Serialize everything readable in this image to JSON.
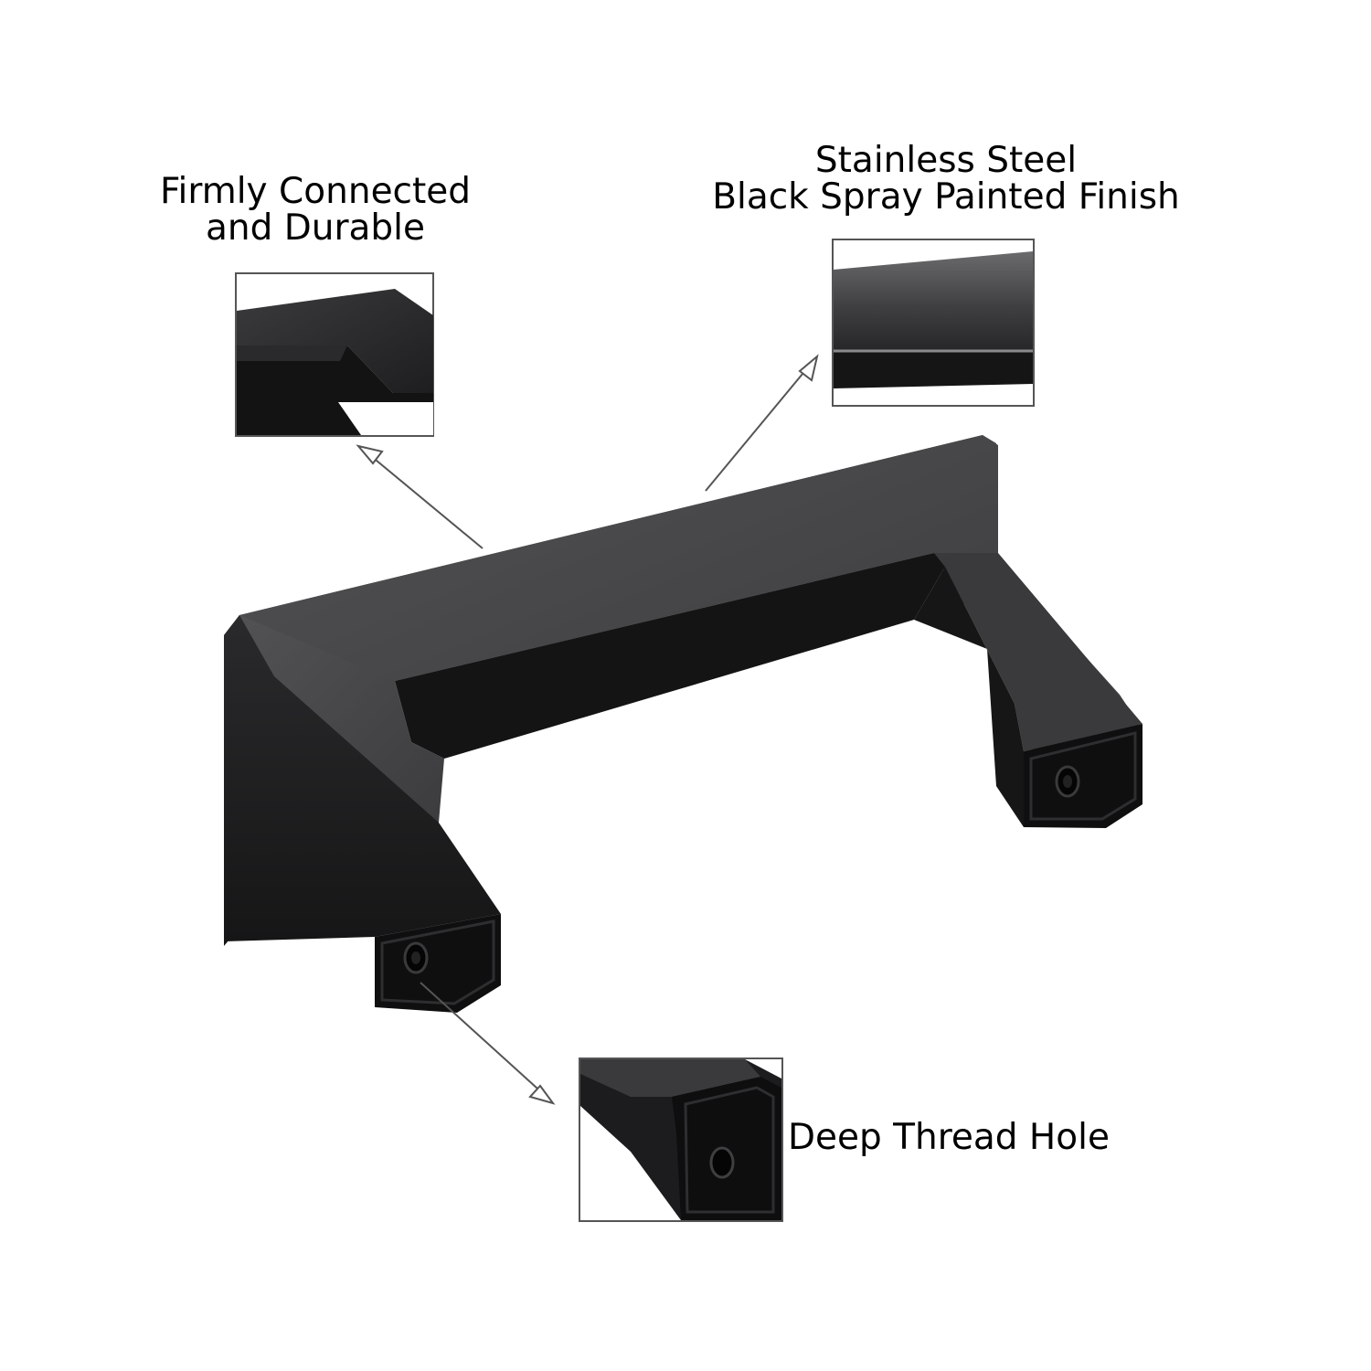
{
  "callouts": {
    "firmly": {
      "line1": "Firmly Connected",
      "line2": "and Durable"
    },
    "steel": {
      "line1": "Stainless Steel",
      "line2": "Black Spray Painted Finish"
    },
    "thread": {
      "line1": "Deep Thread Hole"
    }
  },
  "colors": {
    "handle_top": "#4a4a4c",
    "handle_side": "#1d1d1f",
    "handle_dark": "#0d0d0e",
    "frame": "#555555",
    "arrow": "#555555"
  }
}
